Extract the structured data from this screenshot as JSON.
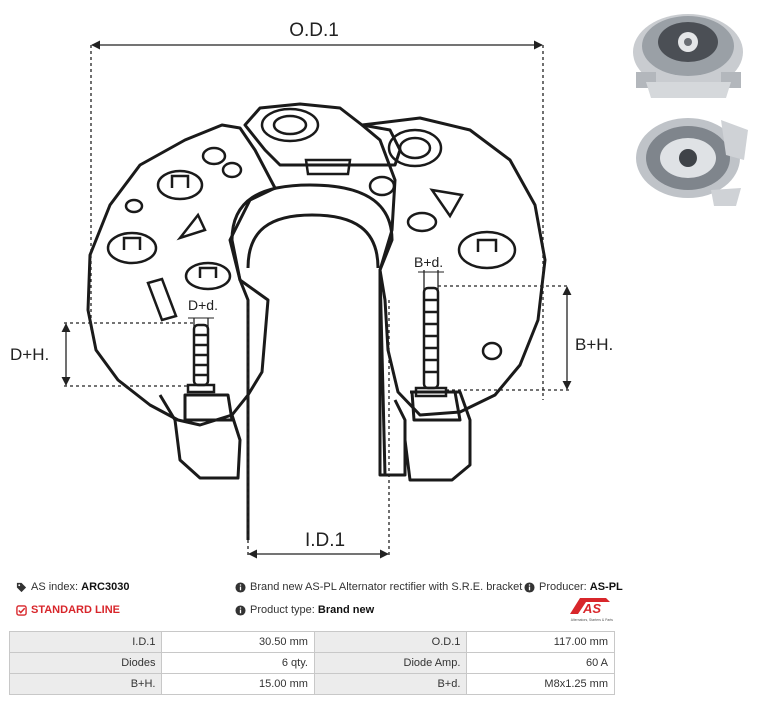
{
  "diagram": {
    "od_label": "O.D.1",
    "id_label": "I.D.1",
    "dh_label": "D+H.",
    "bh_label": "B+H.",
    "dd_label": "D+d.",
    "bd_label": "B+d."
  },
  "info": {
    "as_index_label": "AS index:",
    "as_index_value": "ARC3030",
    "standard_line": "STANDARD LINE",
    "description": "Brand new AS-PL Alternator rectifier with S.R.E. bracket",
    "producer_label": "Producer:",
    "producer_value": "AS-PL",
    "product_type_label": "Product type:",
    "product_type_value": "Brand new",
    "logo_text": "AS",
    "logo_tagline": "Alternators, Starters & Parts"
  },
  "specs": [
    [
      "I.D.1",
      "30.50 mm",
      "O.D.1",
      "117.00 mm"
    ],
    [
      "Diodes",
      "6 qty.",
      "Diode Amp.",
      "60 A"
    ],
    [
      "B+H.",
      "15.00 mm",
      "B+d.",
      "M8x1.25 mm"
    ]
  ],
  "colors": {
    "accent": "#d8262b"
  }
}
